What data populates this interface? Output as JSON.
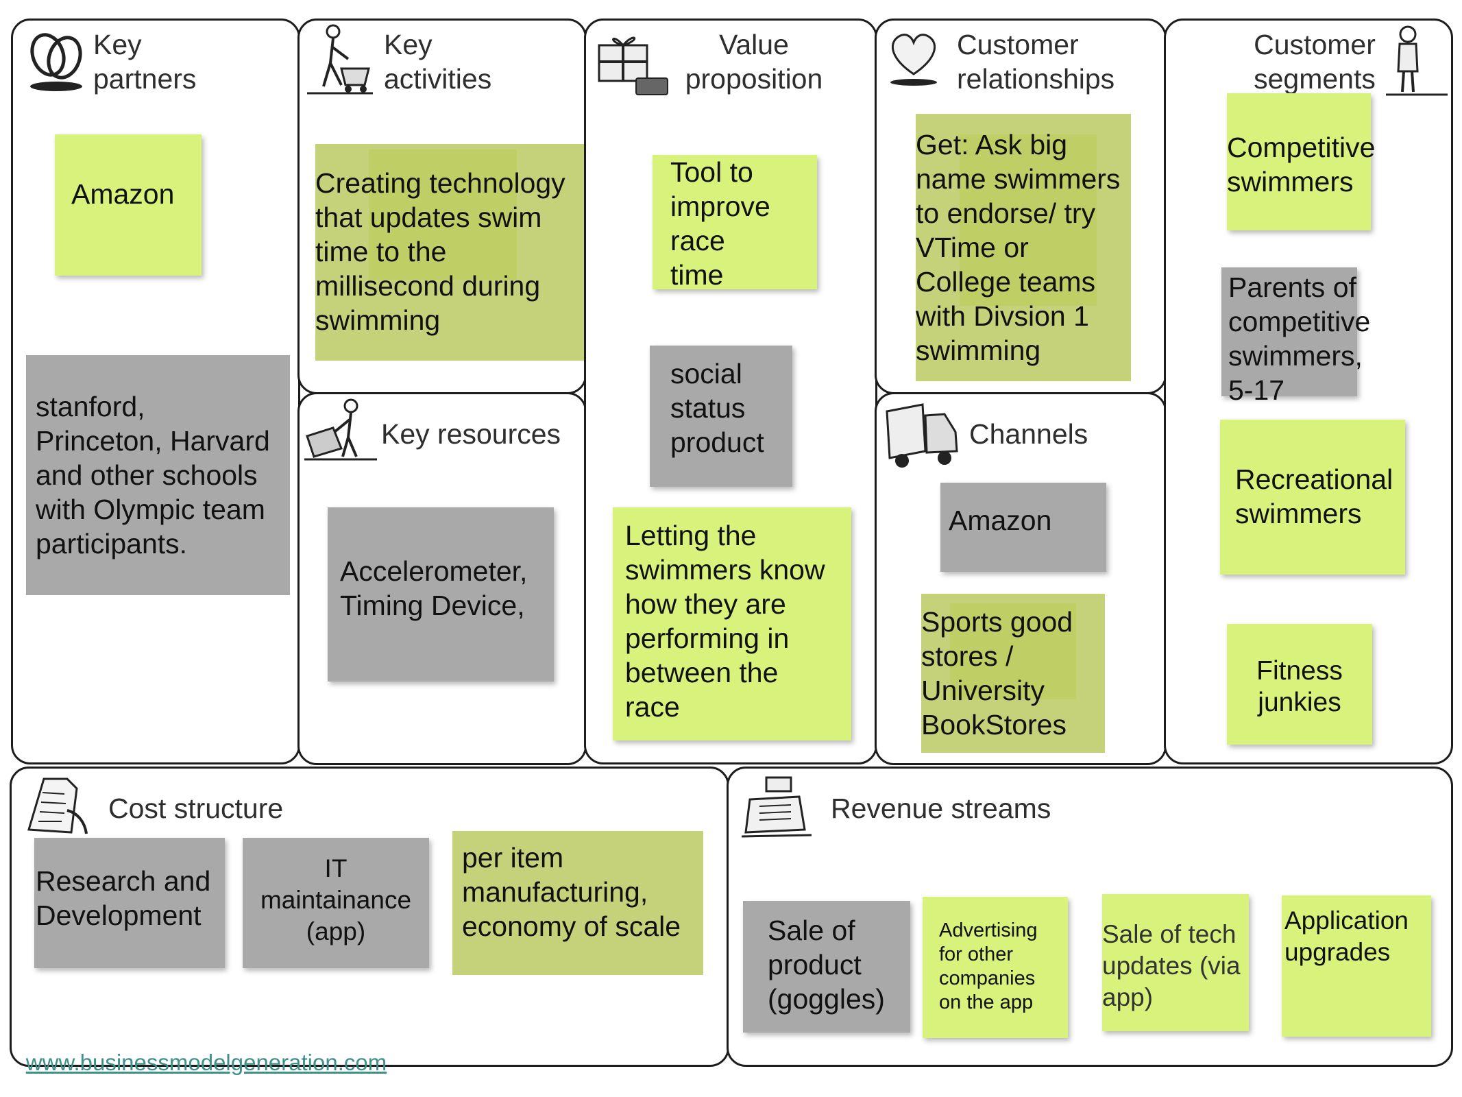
{
  "canvas": {
    "key_partners": {
      "title": "Key\npartners",
      "notes": [
        "Amazon",
        "stanford,\nPrinceton, Harvard\nand other schools\nwith Olympic team\nparticipants."
      ]
    },
    "key_activities": {
      "title": "Key\nactivities",
      "notes": [
        "Creating technology\nthat updates swim\ntime to the\nmillisecond during\nswimming"
      ]
    },
    "key_resources": {
      "title": "Key resources",
      "notes": [
        "Accelerometer,\nTiming Device,"
      ]
    },
    "value_proposition": {
      "title": "Value\nproposition",
      "notes": [
        "Tool to\nimprove\nrace\ntime",
        "social\nstatus\nproduct",
        "Letting the\nswimmers know\nhow they are\nperforming in\nbetween the\nrace"
      ]
    },
    "customer_relationships": {
      "title": "Customer\nrelationships",
      "notes": [
        "Get: Ask big\nname swimmers\nto endorse/ try\nVTime or\nCollege teams\nwith Divsion 1\nswimming"
      ]
    },
    "channels": {
      "title": "Channels",
      "notes": [
        "Amazon",
        "Sports good\nstores /\nUniversity\nBookStores"
      ]
    },
    "customer_segments": {
      "title": "Customer\nsegments",
      "notes": [
        "Competitive\nswimmers",
        "Parents of\ncompetitive\nswimmers,\n5-17",
        "Recreational\nswimmers",
        "Fitness\njunkies"
      ]
    },
    "cost_structure": {
      "title": "Cost structure",
      "notes": [
        "Research and\nDevelopment",
        "IT\nmaintainance\n(app)",
        "per item\nmanufacturing,\neconomy of scale"
      ]
    },
    "revenue_streams": {
      "title": "Revenue streams",
      "notes": [
        "Sale of\nproduct\n(goggles)",
        "Advertising\nfor other\ncompanies\non the app",
        "Sale of  tech\nupdates (via\napp)",
        "Application\nupgrades"
      ]
    }
  },
  "footer": {
    "link": "www.businessmodelgeneration.com"
  },
  "colors": {
    "sticky_green": "#d8f27b",
    "sticky_olive": "#c6d279",
    "sticky_gray": "#a9a9a9",
    "border": "#1c1c1c",
    "link": "#3f8f8a"
  },
  "icons": [
    "chain-links-icon",
    "worker-with-cart-icon",
    "worker-with-machine-icon",
    "gift-box-icon",
    "heart-icon",
    "delivery-truck-icon",
    "person-figure-icon",
    "receipt-icon",
    "cash-register-icon"
  ]
}
